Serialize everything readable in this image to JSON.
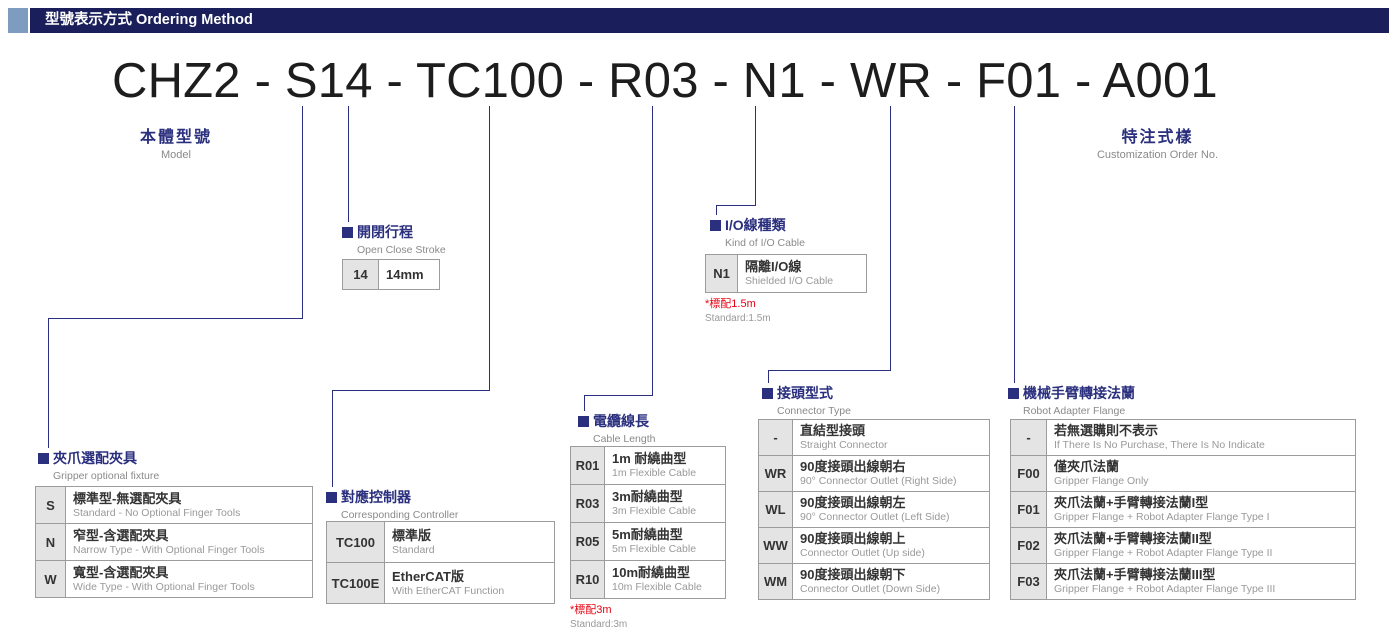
{
  "header": {
    "title": "型號表示方式 Ordering Method"
  },
  "model_code": "CHZ2 - S14 - TC100 - R03 - N1 - WR - F01 - A001",
  "labels": {
    "model": {
      "zh": "本體型號",
      "en": "Model"
    },
    "customization": {
      "zh": "特注式樣",
      "en": "Customization Order No."
    }
  },
  "sections": {
    "gripper": {
      "title_zh": "夾爪選配夾具",
      "title_en": "Gripper optional fixture",
      "rows": [
        {
          "code": "S",
          "zh": "標準型-無選配夾具",
          "en": "Standard - No Optional Finger Tools"
        },
        {
          "code": "N",
          "zh": "窄型-含選配夾具",
          "en": "Narrow Type - With Optional Finger Tools"
        },
        {
          "code": "W",
          "zh": "寬型-含選配夾具",
          "en": "Wide Type - With Optional Finger Tools"
        }
      ]
    },
    "controller": {
      "title_zh": "對應控制器",
      "title_en": "Corresponding Controller",
      "rows": [
        {
          "code": "TC100",
          "zh": "標準版",
          "en": "Standard"
        },
        {
          "code": "TC100E",
          "zh": "EtherCAT版",
          "en": "With EtherCAT Function"
        }
      ]
    },
    "stroke": {
      "title_zh": "開閉行程",
      "title_en": "Open Close Stroke",
      "rows": [
        {
          "code": "14",
          "zh": "14mm"
        }
      ]
    },
    "cable": {
      "title_zh": "電纜線長",
      "title_en": "Cable Length",
      "note_zh": "*標配3m",
      "note_en": "Standard:3m",
      "rows": [
        {
          "code": "R01",
          "zh": "1m 耐繞曲型",
          "en": "1m Flexible Cable"
        },
        {
          "code": "R03",
          "zh": "3m耐繞曲型",
          "en": "3m Flexible Cable"
        },
        {
          "code": "R05",
          "zh": "5m耐繞曲型",
          "en": "5m Flexible Cable"
        },
        {
          "code": "R10",
          "zh": "10m耐繞曲型",
          "en": "10m Flexible Cable"
        }
      ]
    },
    "io": {
      "title_zh": "I/O線種類",
      "title_en": "Kind of I/O Cable",
      "note_zh": "*標配1.5m",
      "note_en": "Standard:1.5m",
      "rows": [
        {
          "code": "N1",
          "zh": "隔離I/O線",
          "en": "Shielded I/O Cable"
        }
      ]
    },
    "connector": {
      "title_zh": "接頭型式",
      "title_en": "Connector Type",
      "rows": [
        {
          "code": "-",
          "zh": "直結型接頭",
          "en": "Straight Connector"
        },
        {
          "code": "WR",
          "zh": "90度接頭出線朝右",
          "en": "90° Connector Outlet (Right Side)"
        },
        {
          "code": "WL",
          "zh": "90度接頭出線朝左",
          "en": "90° Connector Outlet (Left Side)"
        },
        {
          "code": "WW",
          "zh": "90度接頭出線朝上",
          "en": "Connector Outlet (Up side)"
        },
        {
          "code": "WM",
          "zh": "90度接頭出線朝下",
          "en": "Connector Outlet (Down Side)"
        }
      ]
    },
    "flange": {
      "title_zh": "機械手臂轉接法蘭",
      "title_en": "Robot Adapter Flange",
      "rows": [
        {
          "code": "-",
          "zh": "若無選購則不表示",
          "en": "If There Is No Purchase, There Is No Indicate"
        },
        {
          "code": "F00",
          "zh": "僅夾爪法蘭",
          "en": "Gripper Flange Only"
        },
        {
          "code": "F01",
          "zh": "夾爪法蘭+手臂轉接法蘭I型",
          "en": "Gripper Flange + Robot Adapter Flange Type I"
        },
        {
          "code": "F02",
          "zh": "夾爪法蘭+手臂轉接法蘭II型",
          "en": "Gripper Flange + Robot Adapter Flange Type II"
        },
        {
          "code": "F03",
          "zh": "夾爪法蘭+手臂轉接法蘭III型",
          "en": "Gripper Flange + Robot Adapter Flange Type III"
        }
      ]
    }
  },
  "colors": {
    "navy": "#2a2f7e",
    "header_bar": "#1a1e5a",
    "header_square": "#7e9cc0",
    "code_cell_bg": "#e4e4e4",
    "note_red": "#e60012"
  }
}
